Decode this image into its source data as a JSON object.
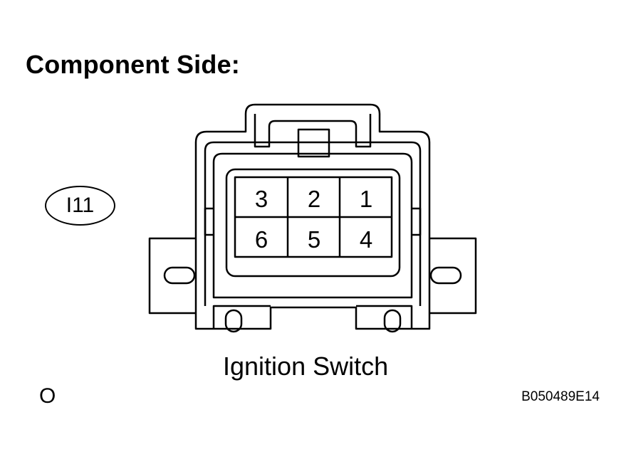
{
  "title": "Component Side:",
  "connector": {
    "id": "I11",
    "name": "Ignition Switch",
    "pins_top_row": [
      "3",
      "2",
      "1"
    ],
    "pins_bottom_row": [
      "6",
      "5",
      "4"
    ]
  },
  "footer": {
    "left_mark": "O",
    "figure_code": "B050489E14"
  }
}
